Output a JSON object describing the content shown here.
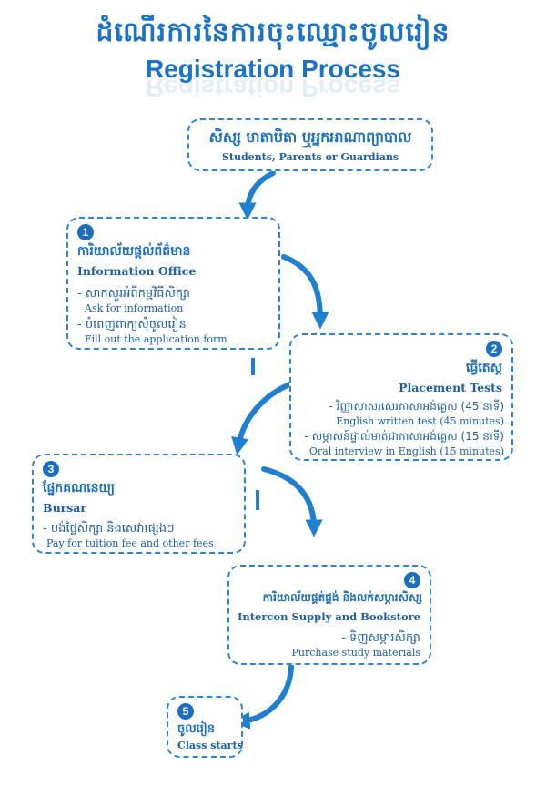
{
  "header": {
    "title_khmer": "ដំណើរការនៃការចុះឈ្មោះចូលរៀន",
    "title_english": "Registration Process"
  },
  "start": {
    "khmer": "សិស្ស មាតាបិតា ឬអ្នកអាណាព្យាបាល",
    "english": "Students, Parents or Guardians"
  },
  "steps": [
    {
      "number": "1",
      "khmer": "ការិយាល័យផ្ដល់ព័ត៌មាន",
      "english": "Information Office",
      "items": [
        {
          "khmer": "- សាកសួរអំពីកម្មវិធីសិក្សា",
          "english": "Ask for information"
        },
        {
          "khmer": "- បំពេញពាក្យសុំចូលរៀន",
          "english": "Fill out the application form"
        }
      ]
    },
    {
      "number": "2",
      "khmer": "ធ្វើតេស្ត",
      "english": "Placement Tests",
      "items": [
        {
          "khmer": "- វិញ្ញាសាសរសេរភាសាអង់គ្លេស (45 នាទី)",
          "english": "English written test (45 minutes)"
        },
        {
          "khmer": "- សម្ភាសន៍ផ្ទាល់មាត់ជាភាសាអង់គ្លេស (15 នាទី)",
          "english": "Oral interview in English (15 minutes)"
        }
      ]
    },
    {
      "number": "3",
      "khmer": "ផ្នែកគណនេយ្យ",
      "english": "Bursar",
      "items": [
        {
          "khmer": "- បង់ថ្លៃសិក្សា និងសេវាផ្សេងៗ",
          "english": "Pay for tuition fee and other fees"
        }
      ]
    },
    {
      "number": "4",
      "khmer": "ការិយាល័យផ្គត់ផ្គង់ និងលក់សម្ភារសិស្ស",
      "english": "Intercon Supply and Bookstore",
      "items": [
        {
          "khmer": "- ទិញសម្ភារសិក្សា",
          "english": "Purchase study materials"
        }
      ]
    },
    {
      "number": "5",
      "khmer": "ចូលរៀន",
      "english": "Class starts",
      "items": []
    }
  ],
  "colors": {
    "primary": "#1a6fc0",
    "border": "#2a86d4",
    "arrow": "#1f7fd0"
  }
}
